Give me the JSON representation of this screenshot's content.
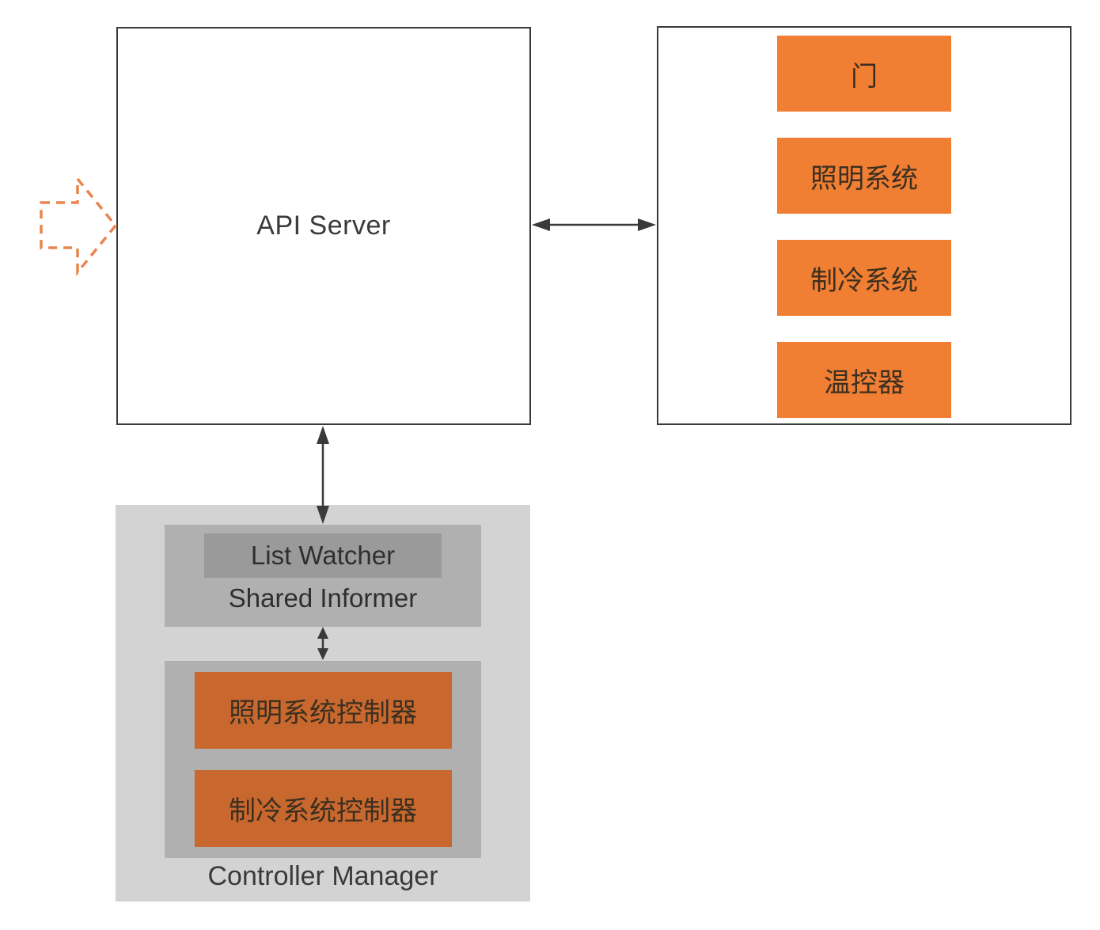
{
  "api_server": {
    "label": "API Server"
  },
  "devices": {
    "items": [
      {
        "label": "门"
      },
      {
        "label": "照明系统"
      },
      {
        "label": "制冷系统"
      },
      {
        "label": "温控器"
      }
    ]
  },
  "controller_manager": {
    "label": "Controller Manager",
    "shared_informer": {
      "label": "Shared Informer",
      "list_watcher_label": "List Watcher"
    },
    "controllers": [
      {
        "label": "照明系统控制器"
      },
      {
        "label": "制冷系统控制器"
      }
    ]
  },
  "arrows": {
    "inbound_request": "orange-dashed-block-arrow-pointing-right-into-api-server",
    "api_devices": "horizontal-double-headed-arrow-between-api-server-and-devices-panel",
    "api_controller_manager": "vertical-double-headed-arrow-between-api-server-and-shared-informer",
    "informer_controllers": "vertical-double-headed-arrow-between-shared-informer-and-controllers"
  },
  "colors": {
    "device_box": "#F07E33",
    "controller_box": "#C8682E",
    "outer_container": "#D3D3D3",
    "inner_container": "#B0B0B0",
    "list_watcher_box": "#9A9A9A",
    "line": "#3A3A3A",
    "dashed_arrow": "#E8854E",
    "text_dark": "#3A3A3A",
    "text_on_orange": "#3B2F20"
  }
}
